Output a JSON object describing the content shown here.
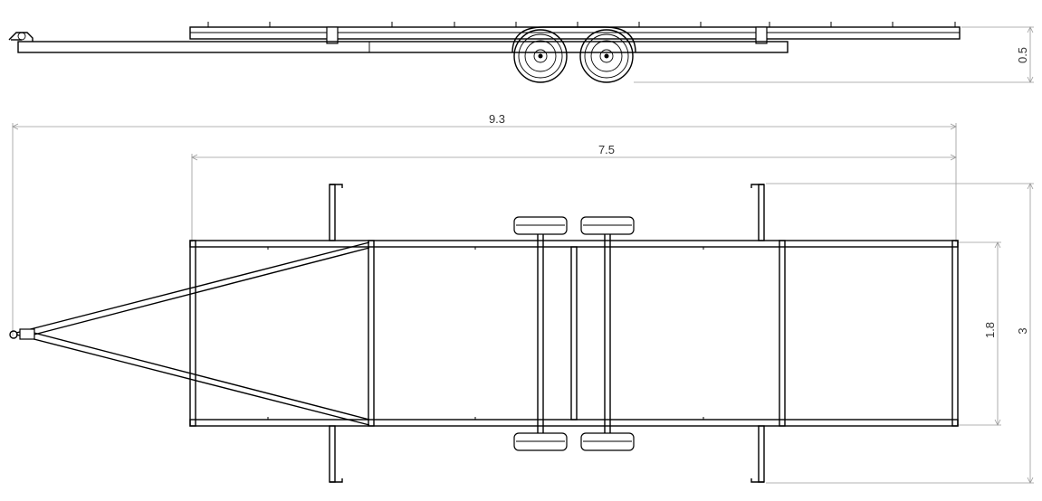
{
  "dimensions": {
    "overall_length": "9.3",
    "deck_length": "7.5",
    "height": "0.5",
    "frame_width": "1.8",
    "overall_width": "3"
  },
  "colors": {
    "line": "#000000",
    "dimension_line": "#9a9a9a",
    "dimension_text": "#333333",
    "background": "#ffffff"
  },
  "views": [
    "side-view",
    "top-view"
  ]
}
